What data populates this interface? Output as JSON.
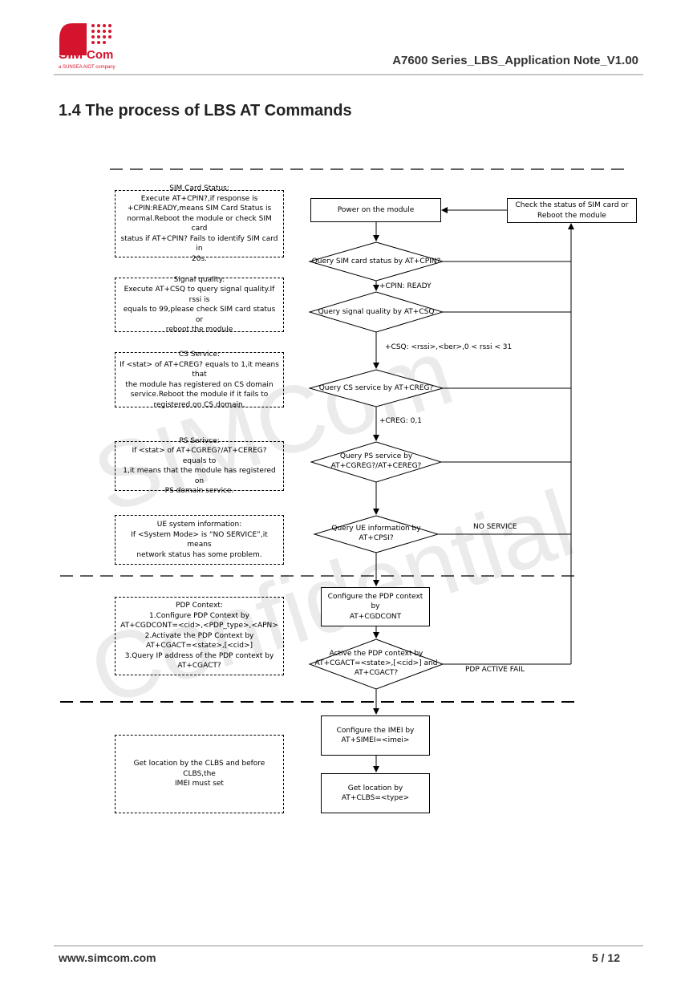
{
  "header": {
    "logo_text_sim": "SIM",
    "logo_text_com": "Com",
    "logo_tagline": "a SUNSEA AIOT company",
    "doc_title": "A7600  Series_LBS_Application  Note_V1.00"
  },
  "section": {
    "title": "1.4 The process of LBS AT Commands"
  },
  "watermark": {
    "line1": "SIMCom",
    "line2": "Confidential"
  },
  "flow": {
    "power_on": "Power on the module",
    "check_sim": "Check the status of SIM card or\nReboot the module",
    "query_sim": "Query SIM card status by AT+CPIN?",
    "query_signal": "Query signal quality by AT+CSQ",
    "query_cs": "Query CS service by AT+CREG?",
    "query_ps": "Query PS service by\nAT+CGREG?/AT+CEREG?",
    "query_ue": "Query UE information by\nAT+CPSI?",
    "config_pdp": "Configure the PDP context by\nAT+CGDCONT",
    "active_pdp": "Active the PDP context by\nAT+CGACT=<state>,[<cid>] and\nAT+CGACT?",
    "config_imei": "Configure the IMEI by\nAT+SIMEI=<imei>",
    "get_location": "Get location by\nAT+CLBS=<type>"
  },
  "edges": {
    "cpin_ready": "+CPIN: READY",
    "csq_ok": "+CSQ: <rssi>,<ber>,0 < rssi < 31",
    "creg_ok": "+CREG: 0,1",
    "no_service": "NO SERVICE",
    "pdp_fail": "PDP ACTIVE FAIL"
  },
  "notes": {
    "sim_status": "SIM Card Status:\nExecute AT+CPIN?,if response is\n+CPIN:READY,means SIM Card Status is\nnormal.Reboot the module or check SIM card\nstatus if AT+CPIN? Fails to identify SIM card in\n20s.",
    "signal_quality": "Signal quality:\nExecute AT+CSQ to query signal quality.If rssi is\nequals to 99,please check SIM card status or\nreboot the module",
    "cs_service": "CS Service:\nIf <stat> of AT+CREG? equals to 1,it means that\nthe module has registered on CS domain\nservice.Reboot the module if it fails to\nregistered on CS domain.",
    "ps_service": "PS Serivce:\nIf <stat> of AT+CGREG?/AT+CEREG? equals to\n1,it means that the module has registered on\nPS domain service.",
    "ue_info": "UE system information:\nIf <System Mode> is “NO SERVICE”,it means\nnetwork status has some problem.",
    "pdp_context": "PDP Context:\n1.Configure PDP Context by\nAT+CGDCONT=<cid>,<PDP_type>,<APN>\n2.Activate the PDP Context by\nAT+CGACT=<state>,[<cid>]\n3.Query IP address of the PDP context by\nAT+CGACT?",
    "location": "Get location by the CLBS and before CLBS,the\nIMEI must set"
  },
  "footer": {
    "website": "www.simcom.com",
    "page": "5 / 12"
  },
  "colors": {
    "brand_red": "#d4142c",
    "rule_gray": "#c8c8c8"
  }
}
